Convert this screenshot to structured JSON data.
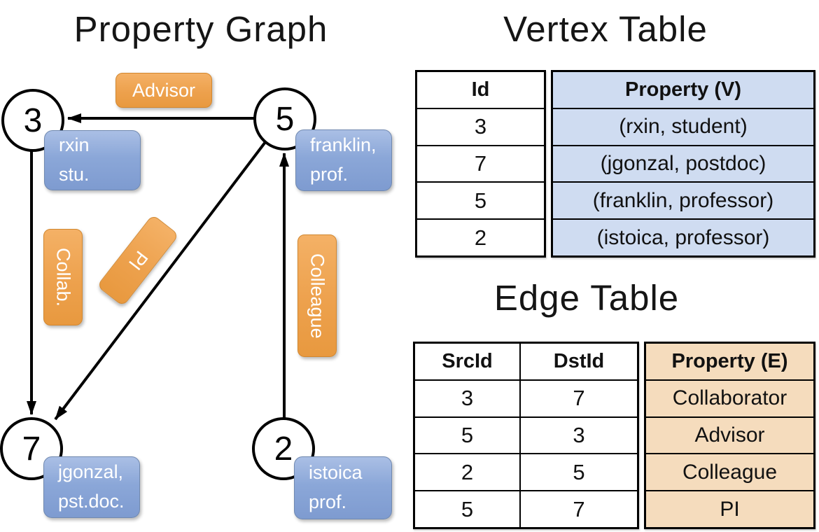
{
  "slide": {
    "graph_title": "Property Graph",
    "vertex_table_title": "Vertex Table",
    "edge_table_title": "Edge Table"
  },
  "colors": {
    "edge_label_orange": "#eda14d",
    "vertex_label_blue": "#8ba7d8",
    "vertex_table_fill": "#cfdcf1",
    "edge_table_fill": "#f5dcbd",
    "line_black": "#000000"
  },
  "graph": {
    "nodes": [
      {
        "id": "3",
        "property_line1": "rxin",
        "property_line2": "stu."
      },
      {
        "id": "5",
        "property_line1": "franklin,",
        "property_line2": "prof."
      },
      {
        "id": "7",
        "property_line1": "jgonzal,",
        "property_line2": "pst.doc."
      },
      {
        "id": "2",
        "property_line1": "istoica",
        "property_line2": "prof."
      }
    ],
    "edges": [
      {
        "from": "5",
        "to": "3",
        "label": "Advisor"
      },
      {
        "from": "3",
        "to": "7",
        "label": "Collab."
      },
      {
        "from": "5",
        "to": "7",
        "label": "PI"
      },
      {
        "from": "2",
        "to": "5",
        "label": "Colleague"
      }
    ]
  },
  "vertex_table": {
    "col_id": "Id",
    "col_property": "Property (V)",
    "rows": [
      {
        "id": "3",
        "property": "(rxin, student)"
      },
      {
        "id": "7",
        "property": "(jgonzal, postdoc)"
      },
      {
        "id": "5",
        "property": "(franklin, professor)"
      },
      {
        "id": "2",
        "property": "(istoica, professor)"
      }
    ]
  },
  "edge_table": {
    "col_src": "SrcId",
    "col_dst": "DstId",
    "col_property": "Property (E)",
    "rows": [
      {
        "src": "3",
        "dst": "7",
        "property": "Collaborator"
      },
      {
        "src": "5",
        "dst": "3",
        "property": "Advisor"
      },
      {
        "src": "2",
        "dst": "5",
        "property": "Colleague"
      },
      {
        "src": "5",
        "dst": "7",
        "property": "PI"
      }
    ]
  }
}
